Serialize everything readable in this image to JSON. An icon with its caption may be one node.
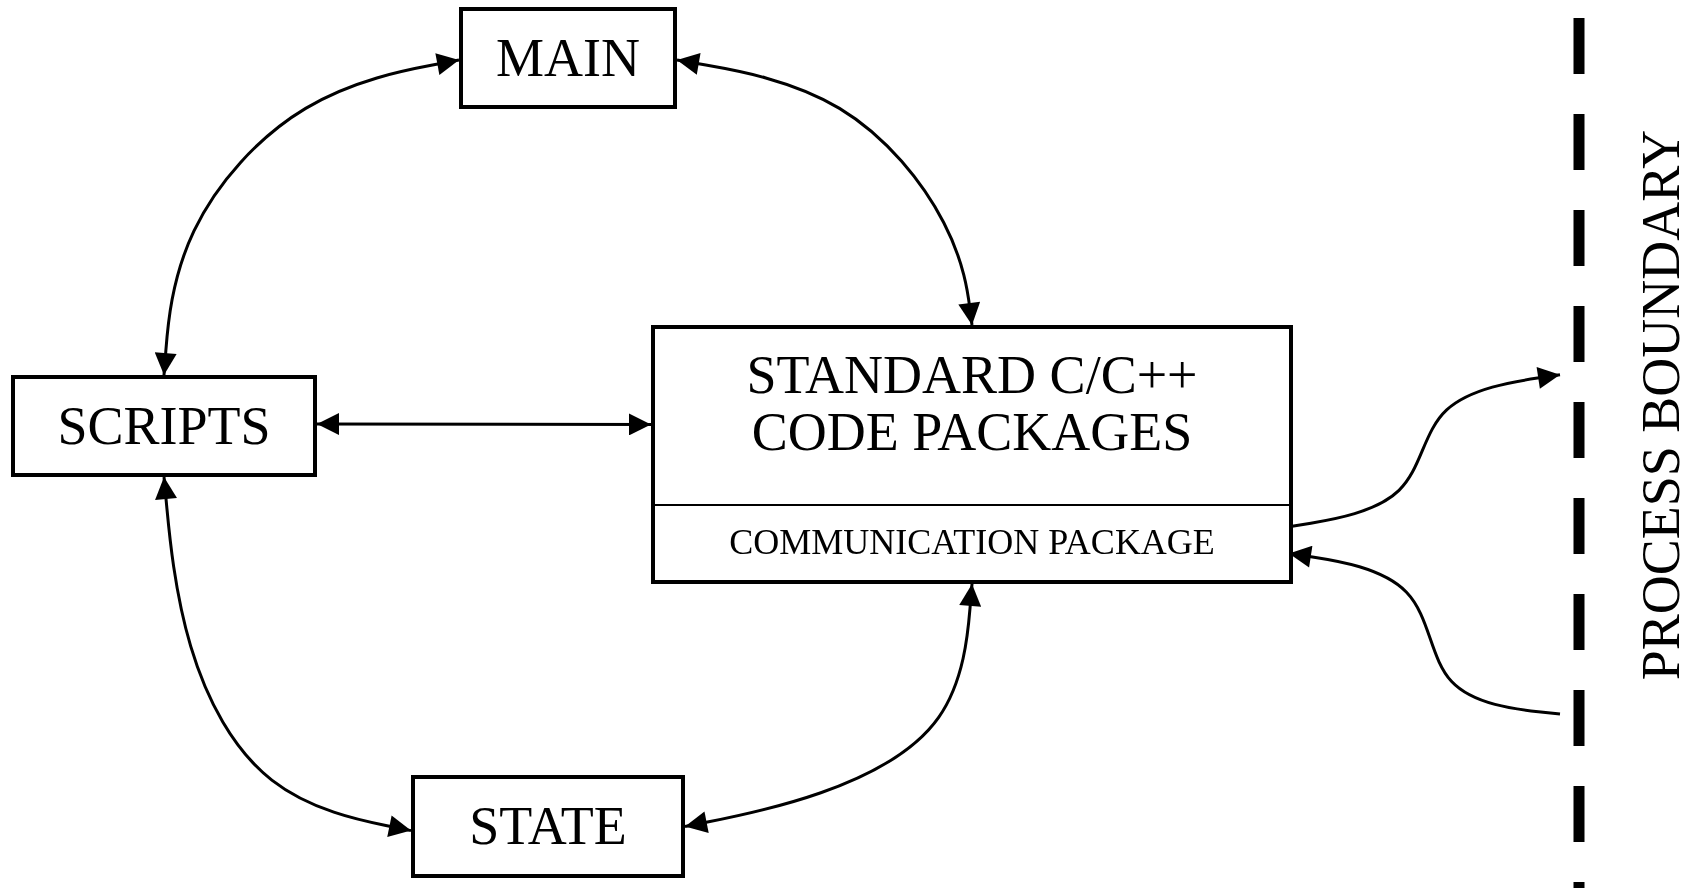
{
  "diagram": {
    "nodes": [
      {
        "text": [
          "MAIN"
        ]
      },
      {
        "text": [
          "SCRIPTS"
        ]
      },
      {
        "text": [
          "STANDARD C/C++ CODE PACKAGES"
        ]
      },
      {
        "text": [
          "COMMUNICATION PACKAGE"
        ],
        "in": 2
      },
      {
        "text": [
          "STATE"
        ]
      },
      {
        "text": [
          "PROCESS BOUNDARY"
        ]
      }
    ],
    "edges": [
      {
        "from": 0,
        "to": 1,
        "arrow": "both"
      },
      {
        "from": 0,
        "to": 2,
        "arrow": "both"
      },
      {
        "from": 1,
        "to": 2,
        "arrow": "both"
      },
      {
        "from": 1,
        "to": 4,
        "arrow": "both"
      },
      {
        "from": 2,
        "to": 4,
        "arrow": "both"
      },
      {
        "from": 3,
        "to": 5,
        "arrow": "to"
      },
      {
        "from": 5,
        "to": 3,
        "arrow": "to"
      }
    ]
  }
}
